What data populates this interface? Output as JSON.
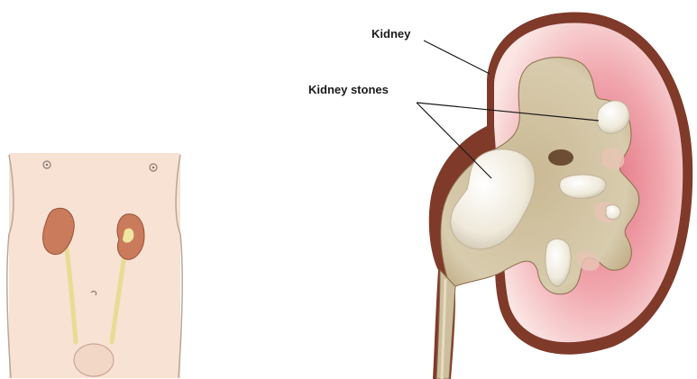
{
  "labels": {
    "kidney": "Kidney",
    "kidney_stones": "Kidney stones"
  },
  "colors": {
    "skin": "#f7e2d4",
    "body_outline": "#b9a79a",
    "small_kidney": "#c97b5b",
    "ureter": "#efe6a1",
    "bladder": "#f2d6c6",
    "kidney_capsule": "#7f3a2a",
    "cortex": "#f1b0b4",
    "cortex_inner": "#e47f8c",
    "pelvis": "#cdbf9d",
    "stone": "#f3efe3",
    "stone_shadow": "#d7cfbd"
  },
  "icons": [
    "torso-diagram",
    "kidney-cross-section",
    "kidney-stone"
  ]
}
